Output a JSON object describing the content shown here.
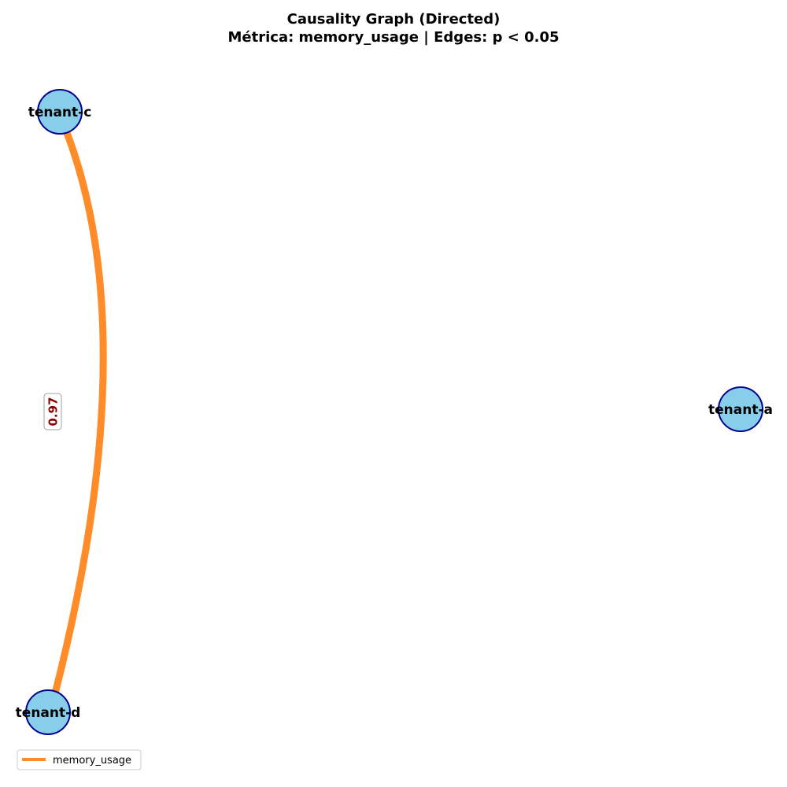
{
  "title": {
    "line1": "Causality Graph (Directed)",
    "line2": "Métrica: memory_usage | Edges: p < 0.05"
  },
  "colors": {
    "node_fill": "#87ceeb",
    "node_stroke": "#00008b",
    "edge": "#ff8c28",
    "edge_label_text": "#8b0000",
    "edge_label_border": "#a0a0a0"
  },
  "nodes": [
    {
      "id": "tenant-c",
      "label": "tenant-c"
    },
    {
      "id": "tenant-a",
      "label": "tenant-a"
    },
    {
      "id": "tenant-d",
      "label": "tenant-d"
    }
  ],
  "edges": [
    {
      "source": "tenant-c",
      "target": "tenant-d",
      "weight": "0.97",
      "metric": "memory_usage"
    }
  ],
  "legend": {
    "entries": [
      {
        "label": "memory_usage"
      }
    ]
  }
}
